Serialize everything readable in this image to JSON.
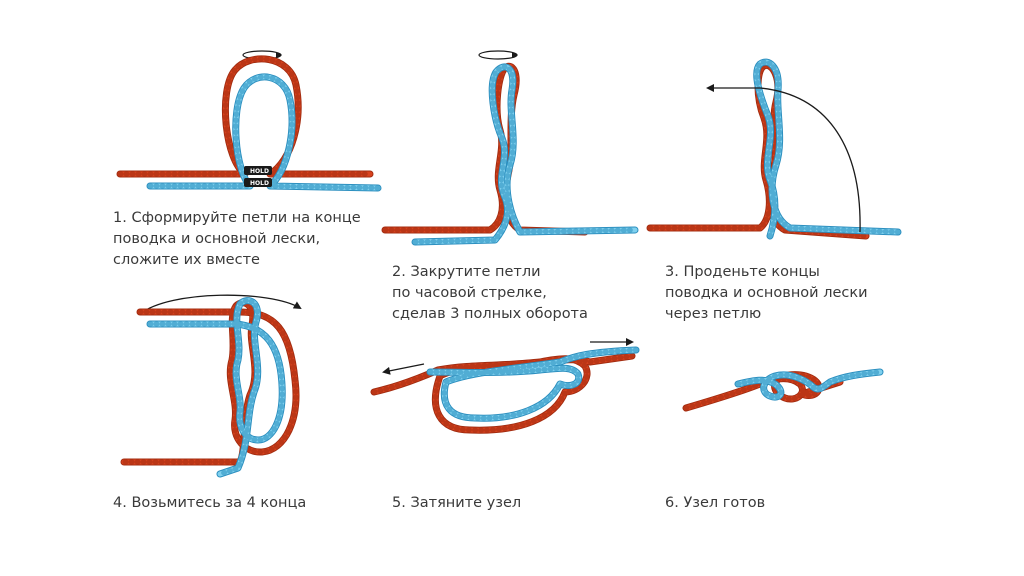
{
  "colors": {
    "line_red": "#d9431e",
    "line_red_edge": "#a32c10",
    "line_blue": "#7fd0ee",
    "line_blue_edge": "#2c8fbf",
    "arrow": "#1a1a1a",
    "text": "#3a3a3a"
  },
  "hold_label": "HOLD",
  "steps": [
    {
      "number": "1.",
      "lines": [
        "Сформируйте петли на конце",
        "поводка и основной лески,",
        "сложите их вместе"
      ]
    },
    {
      "number": "2.",
      "lines": [
        "Закрутите петли",
        "по часовой стрелке,",
        "сделав 3 полных оборота"
      ]
    },
    {
      "number": "3.",
      "lines": [
        "Проденьте концы",
        "поводка и основной лески",
        "через петлю"
      ]
    },
    {
      "number": "4.",
      "lines": [
        "Возьмитесь за 4 конца"
      ]
    },
    {
      "number": "5.",
      "lines": [
        "Затяните узел"
      ]
    },
    {
      "number": "6.",
      "lines": [
        "Узел готов"
      ]
    }
  ]
}
